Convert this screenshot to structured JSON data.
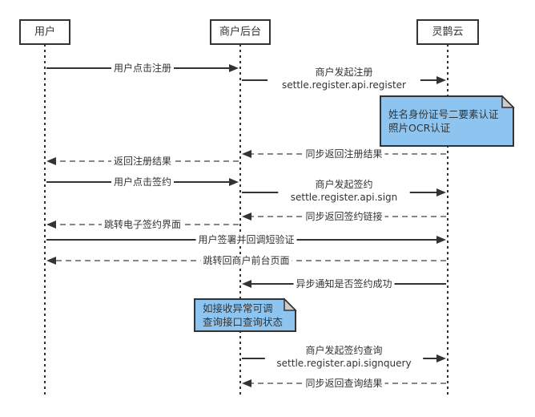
{
  "diagram": {
    "type": "sequence",
    "actors": [
      {
        "id": "user",
        "label": "用户"
      },
      {
        "id": "merchant",
        "label": "商户后台"
      },
      {
        "id": "lingque",
        "label": "灵鹊云"
      }
    ],
    "messages": [
      {
        "from": "user",
        "to": "merchant",
        "style": "solid",
        "lines": [
          "用户点击注册"
        ]
      },
      {
        "from": "merchant",
        "to": "lingque",
        "style": "solid",
        "lines": [
          "商户发起注册",
          "settle.register.api.register"
        ]
      },
      {
        "from": "lingque",
        "to": "merchant",
        "style": "dashed",
        "lines": [
          "同步返回注册结果"
        ]
      },
      {
        "from": "merchant",
        "to": "user",
        "style": "dashed",
        "lines": [
          "返回注册结果"
        ]
      },
      {
        "from": "user",
        "to": "merchant",
        "style": "solid",
        "lines": [
          "用户点击签约"
        ]
      },
      {
        "from": "merchant",
        "to": "lingque",
        "style": "solid",
        "lines": [
          "商户发起签约",
          "settle.register.api.sign"
        ]
      },
      {
        "from": "lingque",
        "to": "merchant",
        "style": "dashed",
        "lines": [
          "同步返回签约链接"
        ]
      },
      {
        "from": "merchant",
        "to": "user",
        "style": "dashed",
        "lines": [
          "跳转电子签约界面"
        ]
      },
      {
        "from": "user",
        "to": "lingque",
        "style": "solid",
        "lines": [
          "用户签署并回调短验证"
        ]
      },
      {
        "from": "lingque",
        "to": "user",
        "style": "dashed",
        "lines": [
          "跳转回商户前台页面"
        ]
      },
      {
        "from": "lingque",
        "to": "merchant",
        "style": "solid",
        "lines": [
          "异步通知是否签约成功"
        ]
      },
      {
        "from": "merchant",
        "to": "lingque",
        "style": "solid",
        "lines": [
          "商户发起签约查询",
          "settle.register.api.signquery"
        ]
      },
      {
        "from": "lingque",
        "to": "merchant",
        "style": "dashed",
        "lines": [
          "同步返回查询结果"
        ]
      }
    ],
    "notes": [
      {
        "over": "lingque",
        "lines": [
          "姓名身份证号二要素认证",
          "照片OCR认证"
        ],
        "color": "#8ec5f0"
      },
      {
        "over": "merchant",
        "lines": [
          "如接收异常可调",
          "查询接口查询状态"
        ],
        "color": "#8ec5f0"
      }
    ]
  }
}
